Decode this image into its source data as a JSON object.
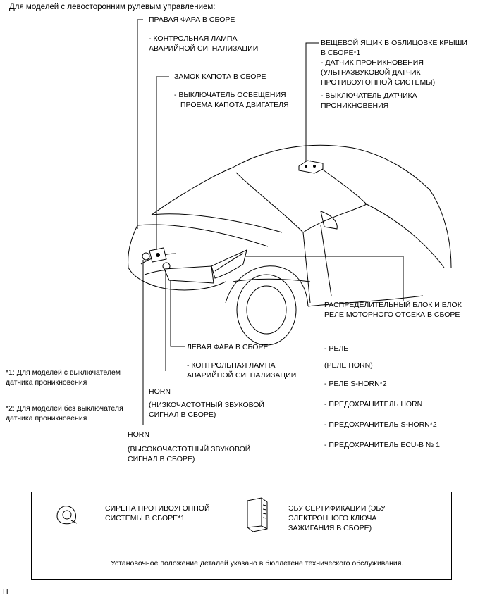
{
  "title": "Для моделей с левосторонним рулевым управлением:",
  "labels": {
    "right_headlight": "ПРАВАЯ ФАРА В СБОРЕ",
    "right_hazard_1": "- КОНТРОЛЬНАЯ ЛАМПА",
    "right_hazard_2": "АВАРИЙНОЙ СИГНАЛИЗАЦИИ",
    "hood_lock": "ЗАМОК КАПОТА В СБОРЕ",
    "hood_switch_1": "-  ВЫКЛЮЧАТЕЛЬ ОСВЕЩЕНИЯ",
    "hood_switch_2": "ПРОЕМА КАПОТА ДВИГАТЕЛЯ",
    "roof_box_1": "ВЕЩЕВОЙ ЯЩИК В ОБЛИЦОВКЕ КРЫШИ",
    "roof_box_2": "В СБОРЕ*1",
    "roof_sensor_1": "- ДАТЧИК ПРОНИКНОВЕНИЯ",
    "roof_sensor_2": "(УЛЬТРАЗВУКОВОЙ ДАТЧИК",
    "roof_sensor_3": "ПРОТИВОУГОННОЙ СИСТЕМЫ)",
    "roof_switch_1": "- ВЫКЛЮЧАТЕЛЬ ДАТЧИКА",
    "roof_switch_2": "ПРОНИКНОВЕНИЯ",
    "junction_1": "РАСПРЕДЕЛИТЕЛЬНЫЙ БЛОК И БЛОК",
    "junction_2": "РЕЛЕ МОТОРНОГО ОТСЕКА В СБОРЕ",
    "left_headlight": "ЛЕВАЯ ФАРА В СБОРЕ",
    "left_hazard_1": "- КОНТРОЛЬНАЯ ЛАМПА",
    "left_hazard_2": "АВАРИЙНОЙ СИГНАЛИЗАЦИИ",
    "horn_low": "HORN",
    "horn_low_desc_1": "(НИЗКОЧАСТОТНЫЙ ЗВУКОВОЙ",
    "horn_low_desc_2": "СИГНАЛ В СБОРЕ)",
    "horn_high": "HORN",
    "horn_high_desc_1": "(ВЫСОКОЧАСТОТНЫЙ ЗВУКОВОЙ",
    "horn_high_desc_2": "СИГНАЛ В СБОРЕ)"
  },
  "junction_items": [
    "-  РЕЛЕ",
    "(РЕЛЕ HORN)",
    "- РЕЛЕ S-HORN*2",
    "- ПРЕДОХРАНИТЕЛЬ HORN",
    "- ПРЕДОХРАНИТЕЛЬ S-HORN*2",
    "- ПРЕДОХРАНИТЕЛЬ ECU-B № 1"
  ],
  "footnotes": {
    "fn1_1": "*1: Для моделей с выключателем",
    "fn1_2": "датчика проникновения",
    "fn2_1": "*2: Для моделей без выключателя",
    "fn2_2": "датчика проникновения"
  },
  "legend": {
    "siren_1": "СИРЕНА ПРОТИВОУГОННОЙ",
    "siren_2": "СИСТЕМЫ В СБОРЕ*1",
    "ecu_1": "ЭБУ СЕРТИФИКАЦИИ (ЭБУ",
    "ecu_2": "ЭЛЕКТРОННОГО КЛЮЧА",
    "ecu_3": "ЗАЖИГАНИЯ В СБОРЕ)",
    "note": "Установочное положение деталей указано в бюллетене технического обслуживания."
  },
  "corner_mark": "H"
}
